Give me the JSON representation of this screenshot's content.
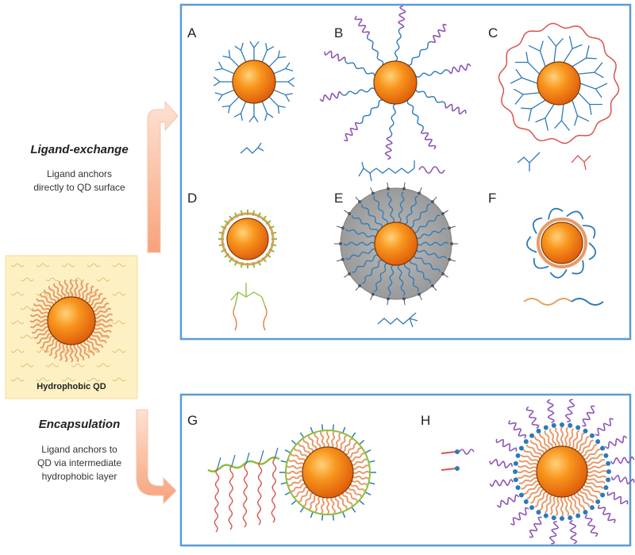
{
  "panels": {
    "a": "A",
    "b": "B",
    "c": "C",
    "d": "D",
    "e": "E",
    "f": "F",
    "g": "G",
    "h": "H"
  },
  "ligand_exchange": {
    "heading": "Ligand-exchange",
    "line1": "Ligand anchors",
    "line2": "directly to QD surface"
  },
  "encapsulation": {
    "heading": "Encapsulation",
    "line1": "Ligand anchors to",
    "line2": "QD via intermediate",
    "line3": "hydrophobic layer"
  },
  "core": {
    "label": "Hydrophobic QD"
  },
  "colors": {
    "frame": "#5b9bd5",
    "core": "#f57f17",
    "core_highlight": "#ffd27a",
    "ligand_blue": "#2e7ab8",
    "peptide_green": "#8bbf3c",
    "polymer_red": "#d9534f",
    "peg_purple": "#8e57b8",
    "shell_orange": "#e89a6a",
    "bg_yellow": "#fdf1c4"
  }
}
